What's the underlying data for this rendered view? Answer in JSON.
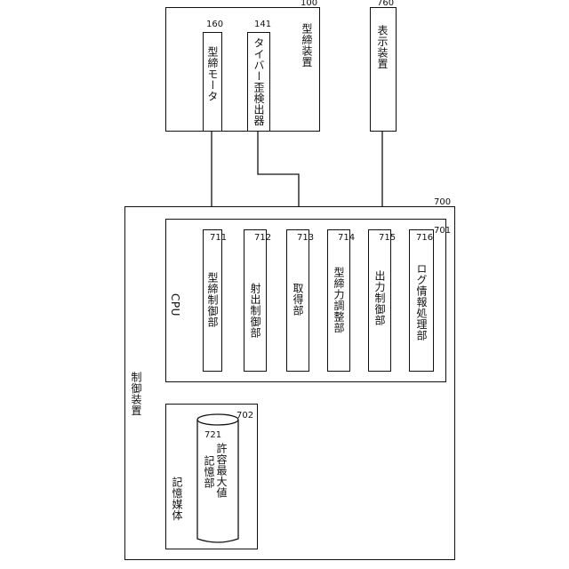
{
  "devices": {
    "mold_clamping": {
      "title": "型締装置",
      "ref": "100"
    },
    "mold_motor": {
      "label": "型締モータ",
      "ref": "160"
    },
    "tie_bar_sensor": {
      "label": "タイバー歪検出器",
      "ref": "141"
    },
    "display": {
      "title": "表示装置",
      "ref": "760"
    }
  },
  "controller": {
    "title": "制御装置",
    "ref": "700",
    "cpu": {
      "label": "CPU",
      "ref": "701",
      "units": [
        {
          "label": "型締制御部",
          "ref": "711"
        },
        {
          "label": "射出制御部",
          "ref": "712"
        },
        {
          "label": "取得部",
          "ref": "713"
        },
        {
          "label": "型締力調整部",
          "ref": "714"
        },
        {
          "label": "出力制御部",
          "ref": "715"
        },
        {
          "label": "ログ情報処理部",
          "ref": "716"
        }
      ]
    },
    "storage": {
      "label": "記憶媒体",
      "ref": "702",
      "db": {
        "label_1": "許容最大値",
        "label_2": "記憶部",
        "ref": "721"
      }
    }
  }
}
